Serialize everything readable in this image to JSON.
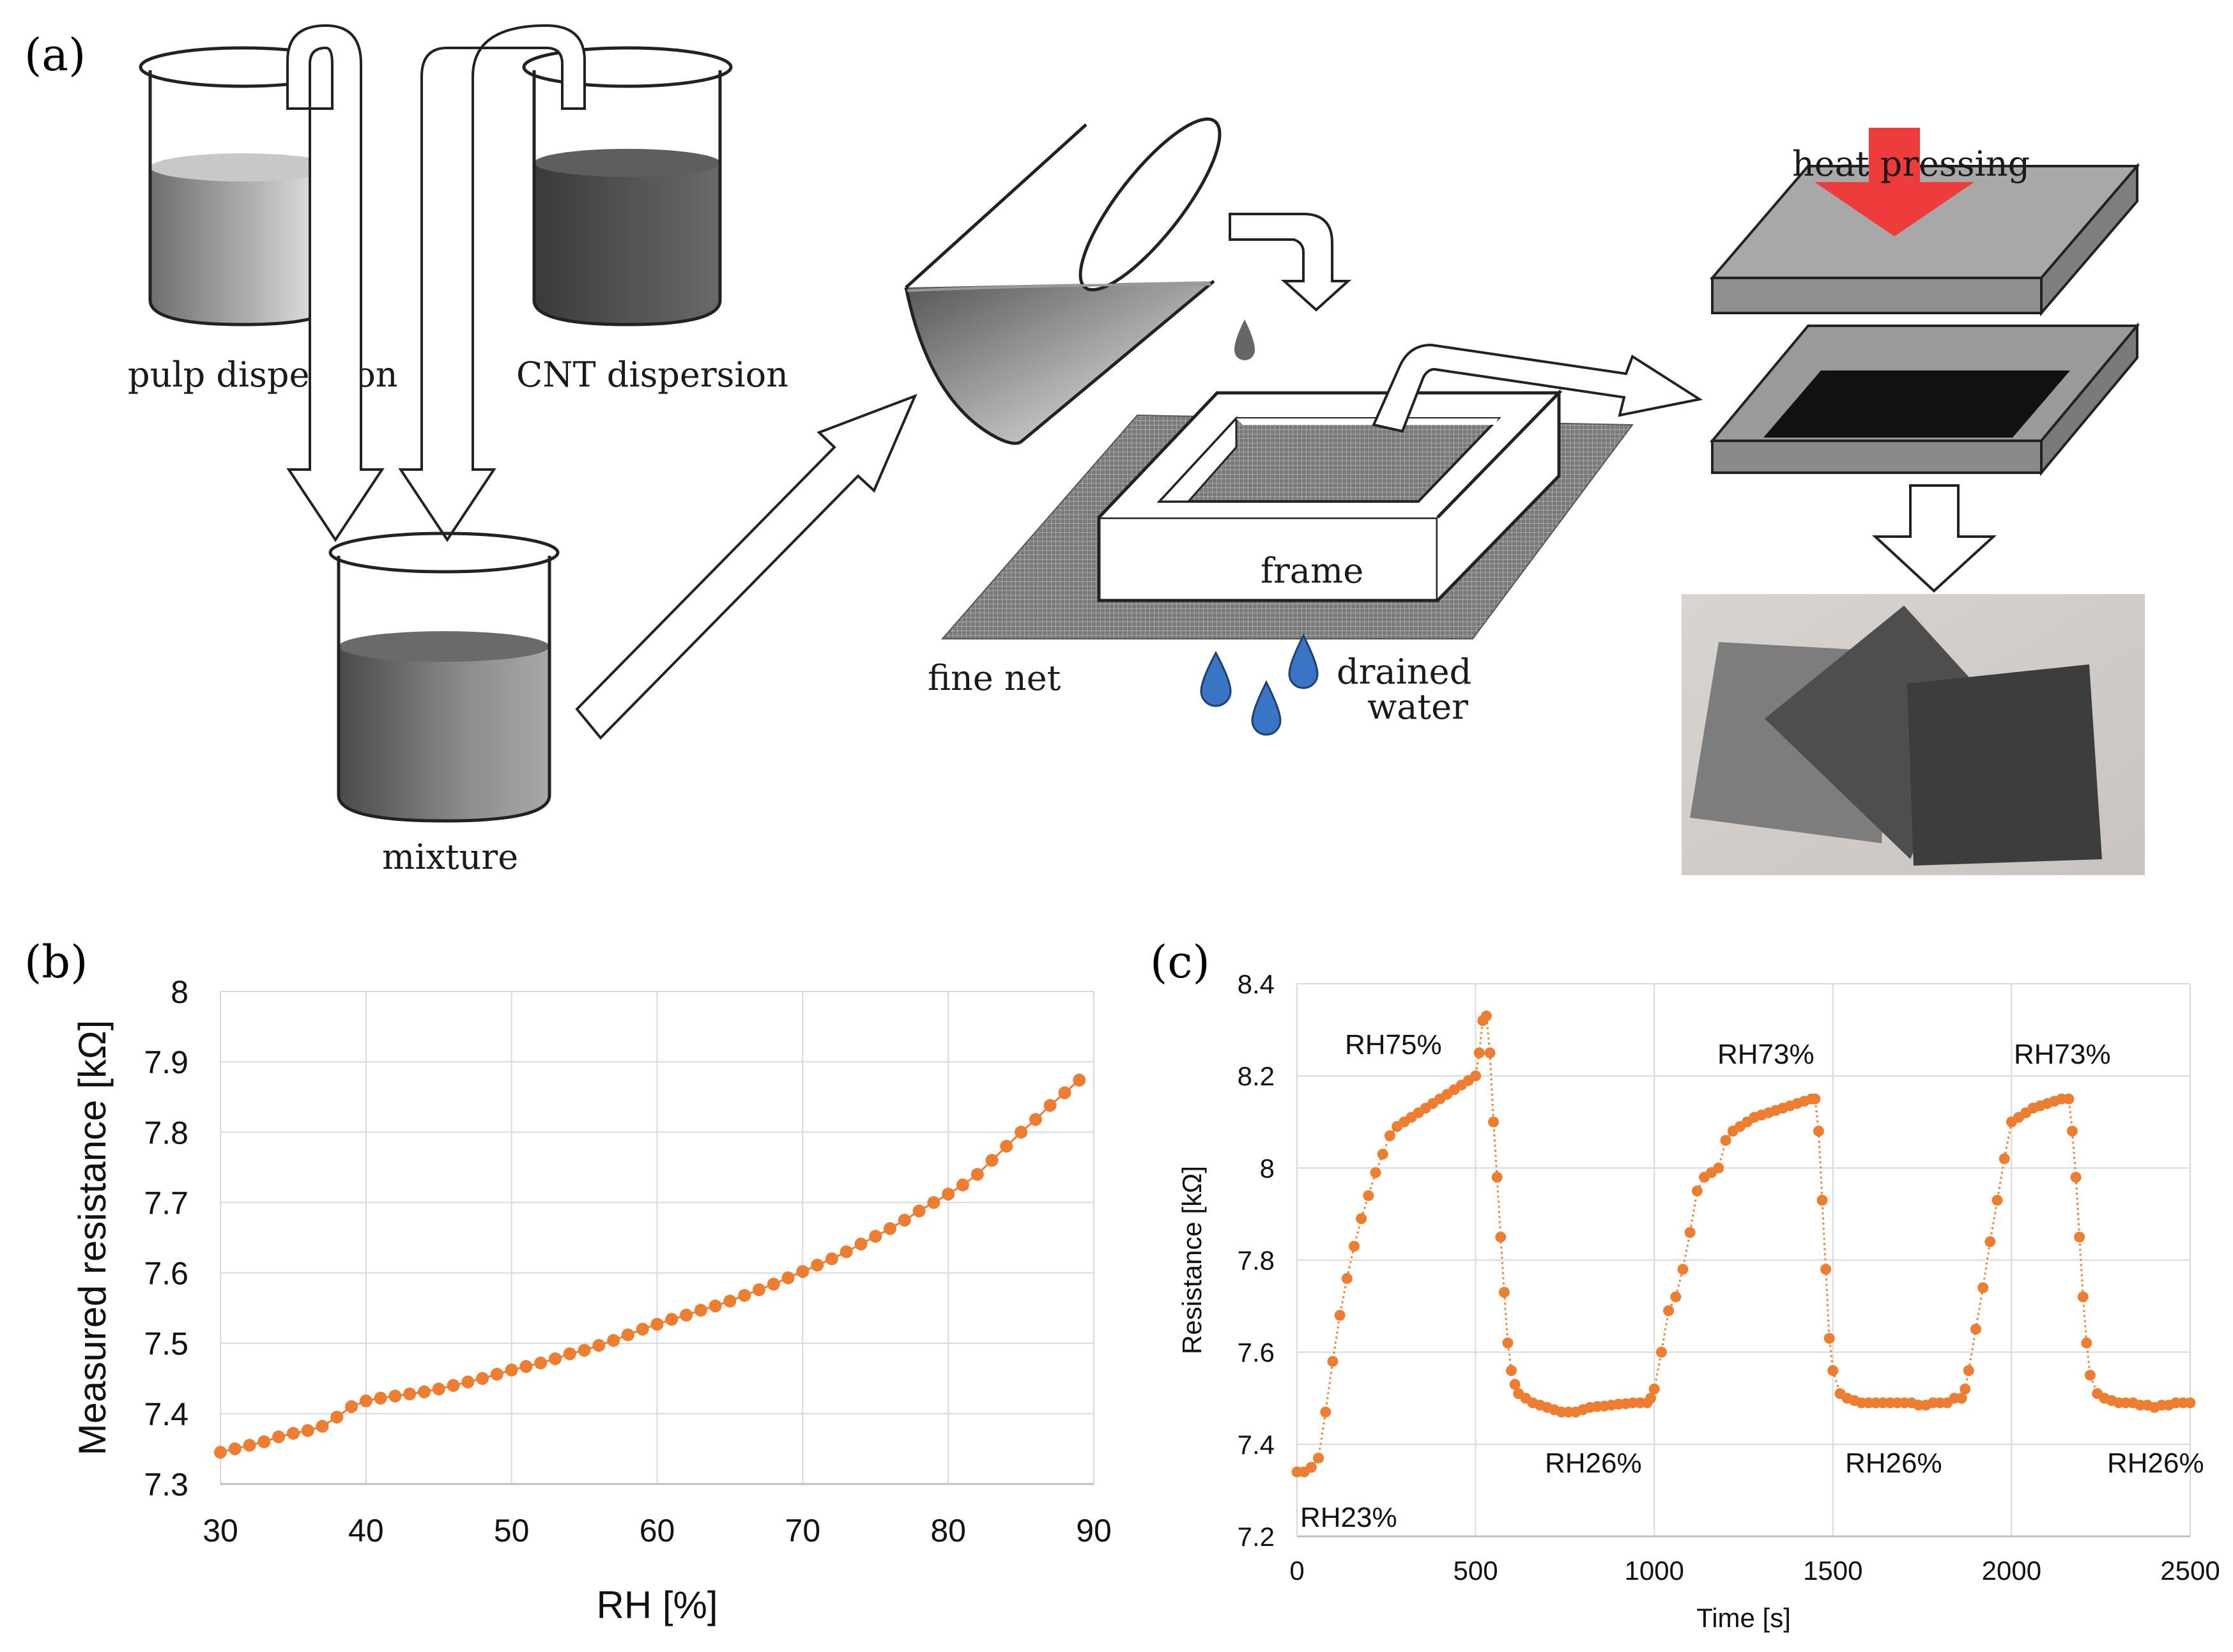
{
  "panels": {
    "a": {
      "label": "(a)",
      "labels": {
        "pulp": "pulp dispersion",
        "cnt": "CNT dispersion",
        "mixture": "mixture",
        "frame": "frame",
        "fine_net": "fine net",
        "drained_1": "drained",
        "drained_2": "water",
        "heat": "heat pressing"
      },
      "colors": {
        "pulp_liquid": "#b9b9b9",
        "cnt_liquid": "#5c5c5c",
        "mixture_liquid": "#7a7a7a",
        "water_drop": "#3a74c4",
        "press_arrow": "#ee3b3b",
        "net": "#6e6e6e"
      }
    },
    "b": {
      "label": "(b)"
    },
    "c": {
      "label": "(c)"
    }
  },
  "chart_data": [
    {
      "panel": "b",
      "type": "scatter",
      "xlabel": "RH [%]",
      "ylabel": "Measured resistance [kΩ]",
      "xlim": [
        30,
        90
      ],
      "ylim": [
        7.3,
        8.0
      ],
      "xticks": [
        30,
        40,
        50,
        60,
        70,
        80,
        90
      ],
      "yticks": [
        7.3,
        7.4,
        7.5,
        7.6,
        7.7,
        7.8,
        7.9,
        8
      ],
      "grid": true,
      "color": "#ed7d31",
      "series": [
        {
          "x": [
            30,
            31,
            32,
            33,
            34,
            35,
            36,
            37,
            38,
            39,
            40,
            41,
            42,
            43,
            44,
            45,
            46,
            47,
            48,
            49,
            50,
            51,
            52,
            53,
            54,
            55,
            56,
            57,
            58,
            59,
            60,
            61,
            62,
            63,
            64,
            65,
            66,
            67,
            68,
            69,
            70,
            71,
            72,
            73,
            74,
            75,
            76,
            77,
            78,
            79,
            80,
            81,
            82,
            83,
            84,
            85,
            86,
            87,
            88,
            89
          ],
          "y": [
            7.345,
            7.35,
            7.355,
            7.36,
            7.367,
            7.372,
            7.376,
            7.382,
            7.395,
            7.41,
            7.418,
            7.422,
            7.425,
            7.428,
            7.431,
            7.435,
            7.44,
            7.445,
            7.45,
            7.456,
            7.462,
            7.467,
            7.472,
            7.478,
            7.485,
            7.49,
            7.497,
            7.504,
            7.512,
            7.52,
            7.527,
            7.534,
            7.54,
            7.547,
            7.553,
            7.56,
            7.568,
            7.576,
            7.584,
            7.593,
            7.602,
            7.611,
            7.62,
            7.63,
            7.641,
            7.652,
            7.663,
            7.675,
            7.688,
            7.7,
            7.712,
            7.725,
            7.74,
            7.76,
            7.78,
            7.8,
            7.818,
            7.838,
            7.856,
            7.874
          ]
        }
      ]
    },
    {
      "panel": "c",
      "type": "scatter",
      "xlabel": "Time [s]",
      "ylabel": "Resistance [kΩ]",
      "xlim": [
        0,
        2500
      ],
      "ylim": [
        7.2,
        8.4
      ],
      "xticks": [
        0,
        500,
        1000,
        1500,
        2000,
        2500
      ],
      "yticks": [
        7.2,
        7.4,
        7.6,
        7.8,
        8,
        8.2,
        8.4
      ],
      "grid": true,
      "color": "#ed7d31",
      "series": [
        {
          "x": [
            0,
            20,
            40,
            60,
            80,
            100,
            120,
            140,
            160,
            180,
            200,
            220,
            240,
            260,
            280,
            300,
            320,
            340,
            360,
            380,
            400,
            420,
            440,
            460,
            480,
            500,
            510,
            520,
            530,
            540,
            550,
            560,
            570,
            580,
            590,
            600,
            610,
            620,
            640,
            660,
            680,
            700,
            720,
            740,
            760,
            780,
            800,
            820,
            840,
            860,
            880,
            900,
            920,
            940,
            960,
            980,
            990,
            1000,
            1020,
            1040,
            1060,
            1080,
            1100,
            1120,
            1140,
            1160,
            1180,
            1200,
            1220,
            1240,
            1260,
            1280,
            1300,
            1320,
            1340,
            1360,
            1380,
            1400,
            1420,
            1440,
            1450,
            1460,
            1470,
            1480,
            1490,
            1500,
            1520,
            1540,
            1560,
            1580,
            1600,
            1620,
            1640,
            1660,
            1680,
            1700,
            1720,
            1740,
            1760,
            1780,
            1800,
            1820,
            1840,
            1860,
            1870,
            1880,
            1900,
            1920,
            1940,
            1960,
            1980,
            2000,
            2020,
            2040,
            2060,
            2080,
            2100,
            2120,
            2140,
            2160,
            2170,
            2180,
            2190,
            2200,
            2210,
            2220,
            2240,
            2260,
            2280,
            2300,
            2320,
            2340,
            2360,
            2380,
            2400,
            2420,
            2440,
            2460,
            2480,
            2500
          ],
          "y": [
            7.34,
            7.34,
            7.35,
            7.37,
            7.47,
            7.58,
            7.68,
            7.76,
            7.83,
            7.89,
            7.94,
            7.99,
            8.03,
            8.07,
            8.09,
            8.1,
            8.11,
            8.12,
            8.13,
            8.14,
            8.15,
            8.16,
            8.17,
            8.18,
            8.19,
            8.2,
            8.25,
            8.32,
            8.33,
            8.25,
            8.1,
            7.98,
            7.85,
            7.73,
            7.62,
            7.56,
            7.53,
            7.51,
            7.5,
            7.49,
            7.485,
            7.48,
            7.475,
            7.47,
            7.47,
            7.47,
            7.475,
            7.48,
            7.482,
            7.483,
            7.485,
            7.487,
            7.488,
            7.49,
            7.49,
            7.49,
            7.5,
            7.52,
            7.6,
            7.69,
            7.72,
            7.78,
            7.86,
            7.95,
            7.98,
            7.99,
            8.0,
            8.06,
            8.08,
            8.09,
            8.1,
            8.11,
            8.115,
            8.12,
            8.125,
            8.13,
            8.135,
            8.14,
            8.145,
            8.15,
            8.15,
            8.08,
            7.93,
            7.78,
            7.63,
            7.56,
            7.51,
            7.5,
            7.495,
            7.49,
            7.49,
            7.49,
            7.49,
            7.49,
            7.49,
            7.49,
            7.49,
            7.485,
            7.485,
            7.49,
            7.49,
            7.49,
            7.5,
            7.5,
            7.52,
            7.56,
            7.65,
            7.74,
            7.84,
            7.93,
            8.02,
            8.1,
            8.11,
            8.12,
            8.13,
            8.135,
            8.14,
            8.145,
            8.15,
            8.15,
            8.08,
            7.98,
            7.85,
            7.72,
            7.62,
            7.55,
            7.51,
            7.5,
            7.495,
            7.49,
            7.49,
            7.49,
            7.485,
            7.485,
            7.48,
            7.485,
            7.485,
            7.49,
            7.49,
            7.49
          ]
        }
      ],
      "annotations": [
        "RH23%",
        "RH75%",
        "RH26%",
        "RH73%",
        "RH26%",
        "RH73%",
        "RH26%"
      ]
    }
  ]
}
